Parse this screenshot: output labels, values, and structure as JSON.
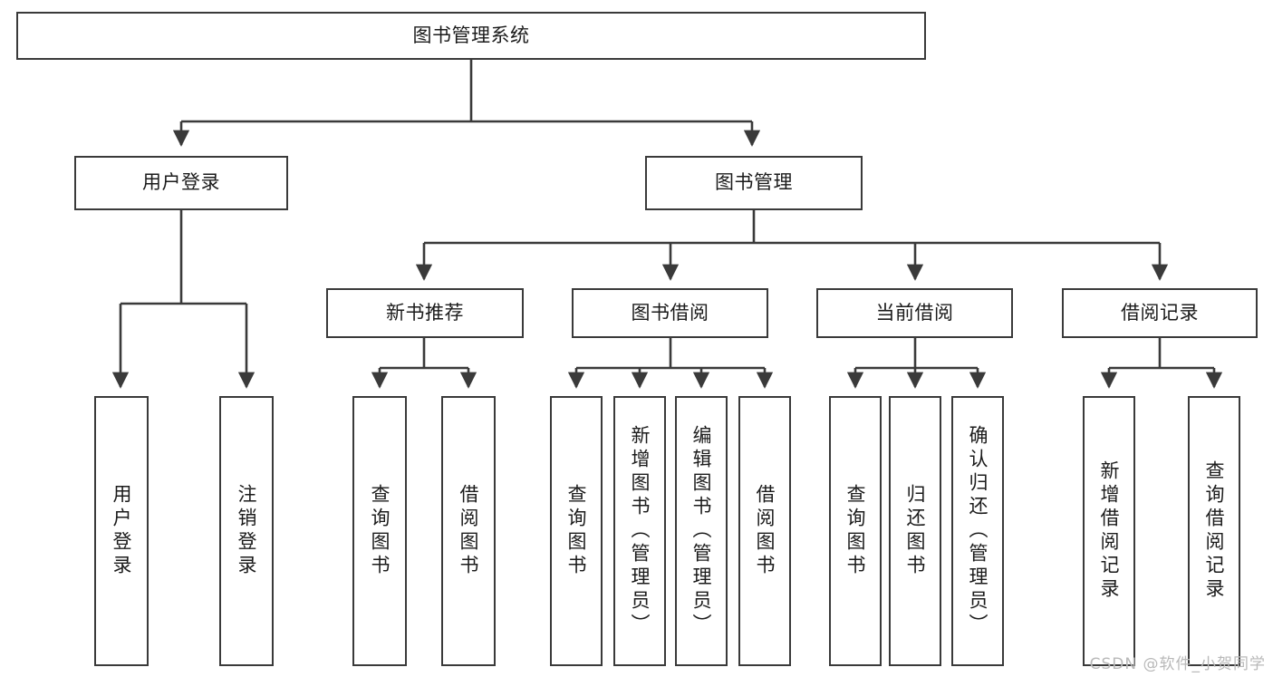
{
  "diagram": {
    "title": "图书管理系统",
    "watermark": "CSDN @软件_小贺同学",
    "stroke_color": "#3a3a3a",
    "fill_color": "#ffffff",
    "text_color": "#1b1b1b",
    "watermark_color": "#b9b9b9"
  },
  "nodes": {
    "root": {
      "label": "图书管理系统"
    },
    "level1": [
      {
        "label": "用户登录"
      },
      {
        "label": "图书管理"
      }
    ],
    "level2": [
      {
        "label": "新书推荐"
      },
      {
        "label": "图书借阅"
      },
      {
        "label": "当前借阅"
      },
      {
        "label": "借阅记录"
      }
    ],
    "leaves_user_login": [
      {
        "label": "用户登录"
      },
      {
        "label": "注销登录"
      }
    ],
    "leaves_new_book": [
      {
        "label": "查询图书"
      },
      {
        "label": "借阅图书"
      }
    ],
    "leaves_borrow": [
      {
        "label": "查询图书"
      },
      {
        "label": "新增图书（管理员）"
      },
      {
        "label": "编辑图书（管理员）"
      },
      {
        "label": "借阅图书"
      }
    ],
    "leaves_current": [
      {
        "label": "查询图书"
      },
      {
        "label": "归还图书"
      },
      {
        "label": "确认归还（管理员）"
      }
    ],
    "leaves_record": [
      {
        "label": "新增借阅记录"
      },
      {
        "label": "查询借阅记录"
      }
    ]
  },
  "chart_data": {
    "type": "table",
    "title": "图书管理系统 功能结构图",
    "hierarchy": {
      "name": "图书管理系统",
      "children": [
        {
          "name": "用户登录",
          "children": [
            {
              "name": "用户登录"
            },
            {
              "name": "注销登录"
            }
          ]
        },
        {
          "name": "图书管理",
          "children": [
            {
              "name": "新书推荐",
              "children": [
                {
                  "name": "查询图书"
                },
                {
                  "name": "借阅图书"
                }
              ]
            },
            {
              "name": "图书借阅",
              "children": [
                {
                  "name": "查询图书"
                },
                {
                  "name": "新增图书（管理员）"
                },
                {
                  "name": "编辑图书（管理员）"
                },
                {
                  "name": "借阅图书"
                }
              ]
            },
            {
              "name": "当前借阅",
              "children": [
                {
                  "name": "查询图书"
                },
                {
                  "name": "归还图书"
                },
                {
                  "name": "确认归还（管理员）"
                }
              ]
            },
            {
              "name": "借阅记录",
              "children": [
                {
                  "name": "新增借阅记录"
                },
                {
                  "name": "查询借阅记录"
                }
              ]
            }
          ]
        }
      ]
    }
  }
}
